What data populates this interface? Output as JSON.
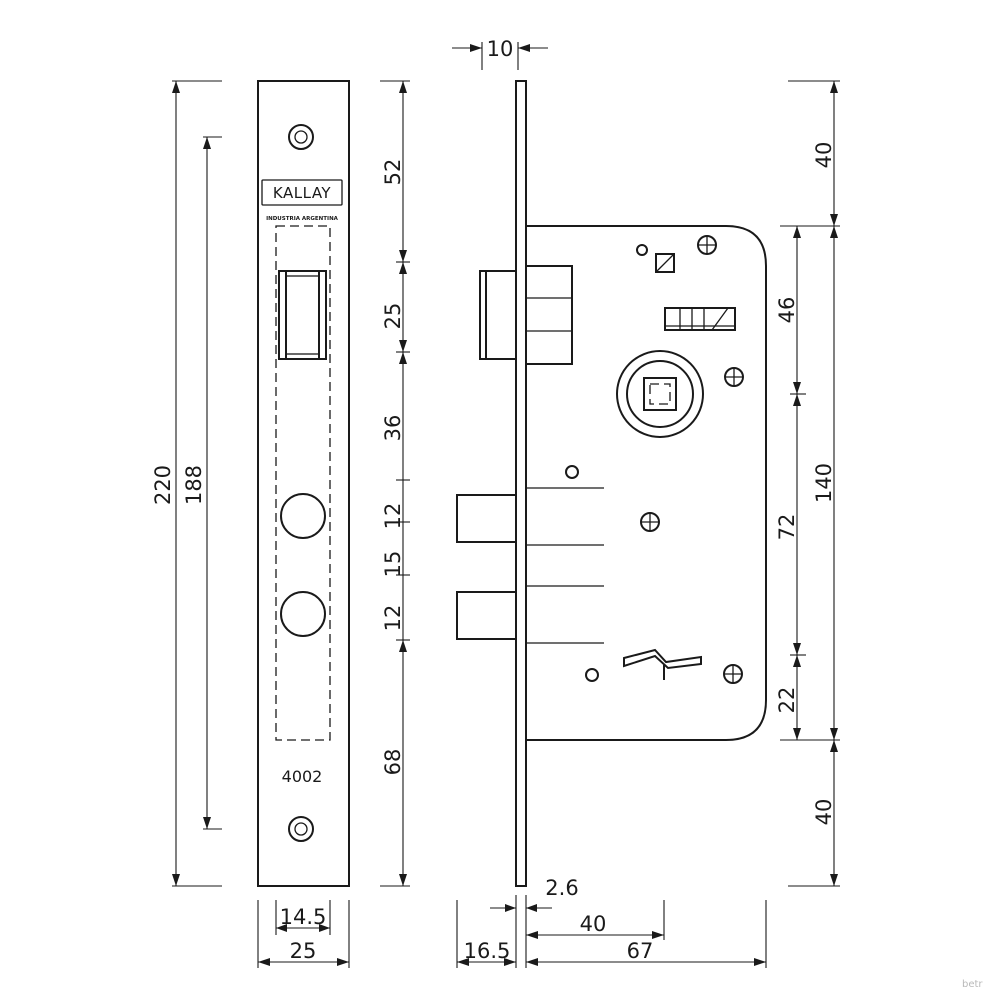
{
  "front_view": {
    "logo": {
      "brand": "KALLAY",
      "subtitle": "INDUSTRIA ARGENTINA"
    },
    "model_number": "4002"
  },
  "dimensions": {
    "overall_height": "220",
    "screw_spacing": "188",
    "faceplate_width": "25",
    "cutout_width": "14.5",
    "segment_top": "52",
    "segment_latch": "25",
    "segment_gap": "36",
    "segment_bolt_upper": "12",
    "segment_bolt_gap": "15",
    "segment_bolt_lower": "12",
    "segment_bottom": "68",
    "forend_thickness_top": "10",
    "plate_thickness": "2.6",
    "backset": "40",
    "case_depth": "67",
    "bolt_projection": "16.5",
    "right_top": "40",
    "right_case_height": "140",
    "right_bottom": "40",
    "right_upper": "46",
    "right_centers": "72",
    "right_lower": "22"
  },
  "watermark": "betr"
}
